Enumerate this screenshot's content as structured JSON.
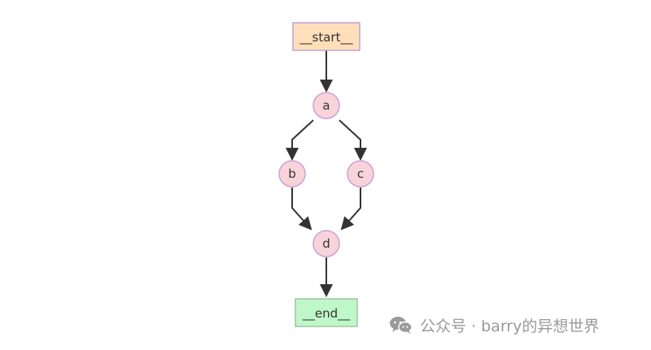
{
  "diagram": {
    "nodes": [
      {
        "id": "start",
        "label": "__start__",
        "shape": "rect",
        "fill": "#ffdfba",
        "stroke": "#bfa0d8"
      },
      {
        "id": "a",
        "label": "a",
        "shape": "circle",
        "fill": "#f8d4da",
        "stroke": "#c9a1d6"
      },
      {
        "id": "b",
        "label": "b",
        "shape": "circle",
        "fill": "#f8d4da",
        "stroke": "#c9a1d6"
      },
      {
        "id": "c",
        "label": "c",
        "shape": "circle",
        "fill": "#f8d4da",
        "stroke": "#c9a1d6"
      },
      {
        "id": "d",
        "label": "d",
        "shape": "circle",
        "fill": "#f8d4da",
        "stroke": "#c9a1d6"
      },
      {
        "id": "end",
        "label": "__end__",
        "shape": "rect",
        "fill": "#bff7c8",
        "stroke": "#a0c4a0"
      }
    ],
    "edges": [
      {
        "from": "start",
        "to": "a"
      },
      {
        "from": "a",
        "to": "b"
      },
      {
        "from": "a",
        "to": "c"
      },
      {
        "from": "b",
        "to": "d"
      },
      {
        "from": "c",
        "to": "d"
      },
      {
        "from": "d",
        "to": "end"
      }
    ],
    "edge_color": "#333333"
  },
  "watermark": {
    "icon": "wechat-icon",
    "text": "公众号 · barry的异想世界"
  }
}
